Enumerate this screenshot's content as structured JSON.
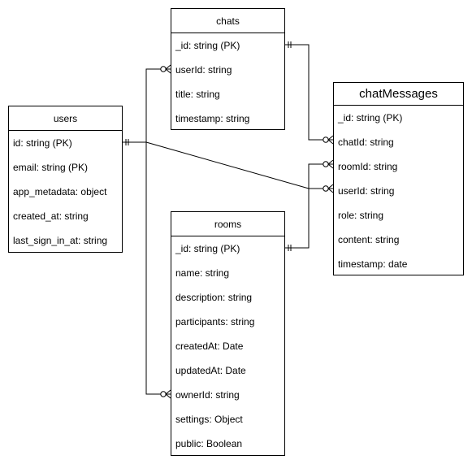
{
  "entities": {
    "chats": {
      "title": "chats",
      "fields": [
        "_id: string (PK)",
        "userId: string",
        "title: string",
        "timestamp: string"
      ]
    },
    "users": {
      "title": "users",
      "fields": [
        "id: string (PK)",
        "email: string (PK)",
        "app_metadata: object",
        "created_at: string",
        "last_sign_in_at: string"
      ]
    },
    "chatMessages": {
      "title": "chatMessages",
      "fields": [
        "_id: string (PK)",
        "chatId: string",
        "roomId: string",
        "userId: string",
        "role: string",
        "content: string",
        "timestamp: date"
      ]
    },
    "rooms": {
      "title": "rooms",
      "fields": [
        "_id: string (PK)",
        "name: string",
        "description: string",
        "participants: string",
        "createdAt: Date",
        "updatedAt: Date",
        "ownerId: string",
        "settings: Object",
        "public: Boolean"
      ]
    }
  },
  "relationships": [
    {
      "from": "chats._id",
      "to": "chatMessages.chatId",
      "from_cardinality": "one",
      "to_cardinality": "zero-or-many"
    },
    {
      "from": "users.id",
      "to": "chats.userId",
      "from_cardinality": "one",
      "to_cardinality": "zero-or-many"
    },
    {
      "from": "users.id",
      "to": "rooms.ownerId",
      "from_cardinality": "one",
      "to_cardinality": "zero-or-many"
    },
    {
      "from": "users.id",
      "to": "chatMessages.userId",
      "from_cardinality": "one",
      "to_cardinality": "zero-or-many"
    },
    {
      "from": "rooms._id",
      "to": "chatMessages.roomId",
      "from_cardinality": "one",
      "to_cardinality": "zero-or-many"
    }
  ]
}
